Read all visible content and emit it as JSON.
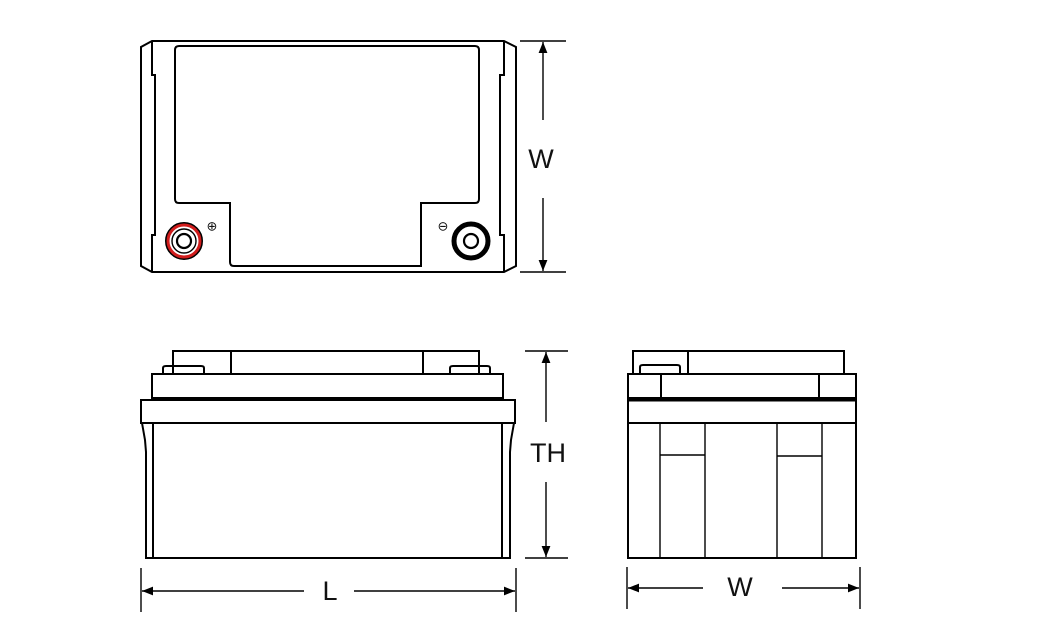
{
  "labels": {
    "top_width": "W",
    "total_height": "TH",
    "length": "L",
    "side_width": "W"
  },
  "terminals": {
    "positive": {
      "symbol": "⊕",
      "color": "#d01c1c"
    },
    "negative": {
      "symbol": "⊖",
      "color": "#000000"
    }
  }
}
